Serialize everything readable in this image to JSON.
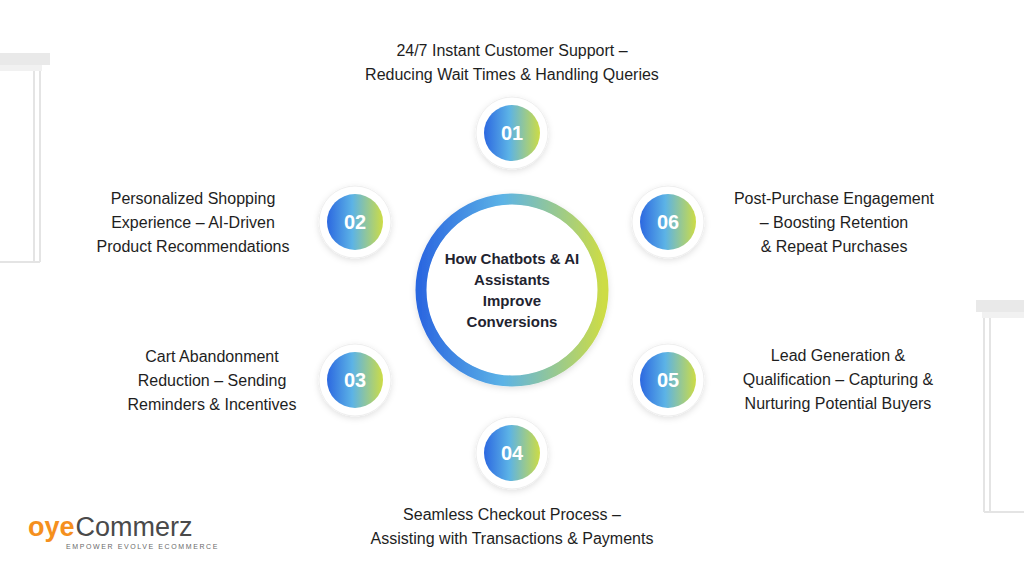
{
  "diagram": {
    "nodes": [
      {
        "text": [
          "How Chatbots & AI Assistants Improve Conversions"
        ]
      },
      {
        "text": [
          "01",
          "24/7 Instant Customer Support – Reducing Wait Times & Handling Queries"
        ]
      },
      {
        "text": [
          "02",
          "Personalized Shopping Experience – AI-Driven Product Recommendations"
        ]
      },
      {
        "text": [
          "03",
          "Cart Abandonment Reduction – Sending Reminders & Incentives"
        ]
      },
      {
        "text": [
          "04",
          "Seamless Checkout Process – Assisting with Transactions & Payments"
        ]
      },
      {
        "text": [
          "05",
          "Lead Generation & Qualification – Capturing & Nurturing Potential Buyers"
        ]
      },
      {
        "text": [
          "06",
          "Post-Purchase Engagement – Boosting Retention & Repeat Purchases"
        ]
      }
    ],
    "labels": [
      "oye",
      "Commerz",
      "EMPOWER EVOLVE ECOMMERCE"
    ]
  }
}
